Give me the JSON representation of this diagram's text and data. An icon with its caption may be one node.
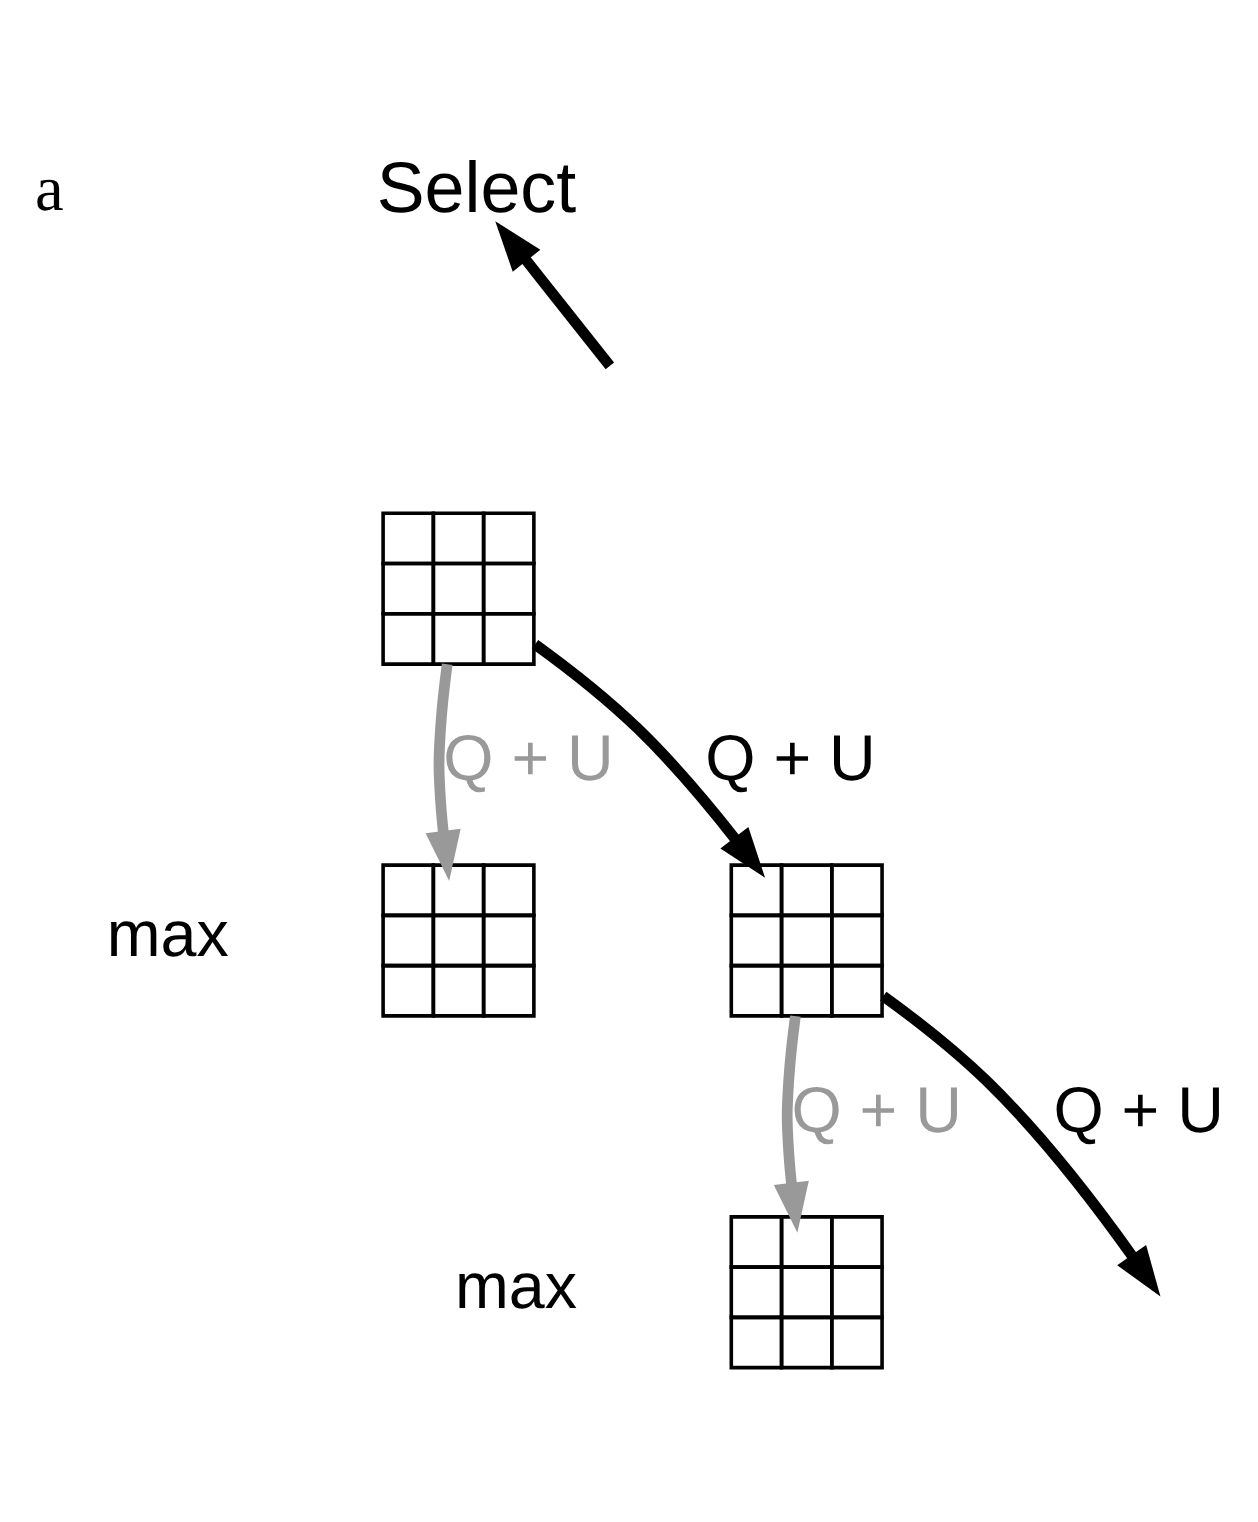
{
  "diagram": {
    "nodes": [
      {
        "text": [
          "Select"
        ]
      },
      {
        "text": [],
        "shape": "picture"
      },
      {
        "text": [],
        "shape": "picture"
      },
      {
        "text": [],
        "shape": "picture"
      },
      {
        "text": [],
        "shape": "picture"
      }
    ],
    "edges": [
      {
        "from": null,
        "to": 0,
        "arrow": "to"
      },
      {
        "from": 1,
        "to": 2,
        "arrow": "to",
        "label": "Q + U",
        "color": "#999999"
      },
      {
        "from": 1,
        "to": 3,
        "arrow": "to",
        "label": "Q + U"
      },
      {
        "from": 3,
        "to": null,
        "arrow": "to",
        "label": "Q + U"
      },
      {
        "from": 3,
        "to": 4,
        "arrow": "to",
        "label": "Q + U",
        "color": "#999999"
      }
    ],
    "labels": [
      "a",
      "max",
      "max"
    ]
  }
}
